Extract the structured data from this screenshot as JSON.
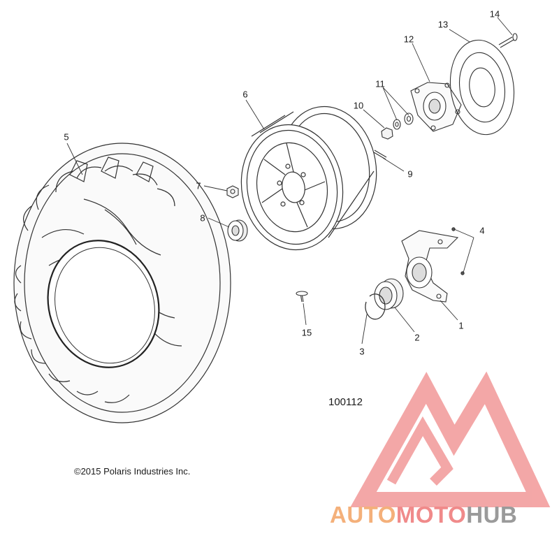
{
  "callouts": [
    {
      "id": "label-1",
      "text": "1"
    },
    {
      "id": "label-2",
      "text": "2"
    },
    {
      "id": "label-3",
      "text": "3"
    },
    {
      "id": "label-4",
      "text": "4"
    },
    {
      "id": "label-5",
      "text": "5"
    },
    {
      "id": "label-6",
      "text": "6"
    },
    {
      "id": "label-7",
      "text": "7"
    },
    {
      "id": "label-8",
      "text": "8"
    },
    {
      "id": "label-9",
      "text": "9"
    },
    {
      "id": "label-10",
      "text": "10"
    },
    {
      "id": "label-11",
      "text": "11"
    },
    {
      "id": "label-12",
      "text": "12"
    },
    {
      "id": "label-13",
      "text": "13"
    },
    {
      "id": "label-14",
      "text": "14"
    },
    {
      "id": "label-15",
      "text": "15"
    }
  ],
  "diagram_id": "100112",
  "copyright": "©2015 Polaris Industries Inc.",
  "watermark": {
    "word1": "AUTO",
    "word2": "MOTO",
    "word3": "HUB",
    "color1": "#f4b07a",
    "color2": "#f08a8a",
    "color3": "#9a9a9a",
    "mark_color": "#f08a8a"
  }
}
